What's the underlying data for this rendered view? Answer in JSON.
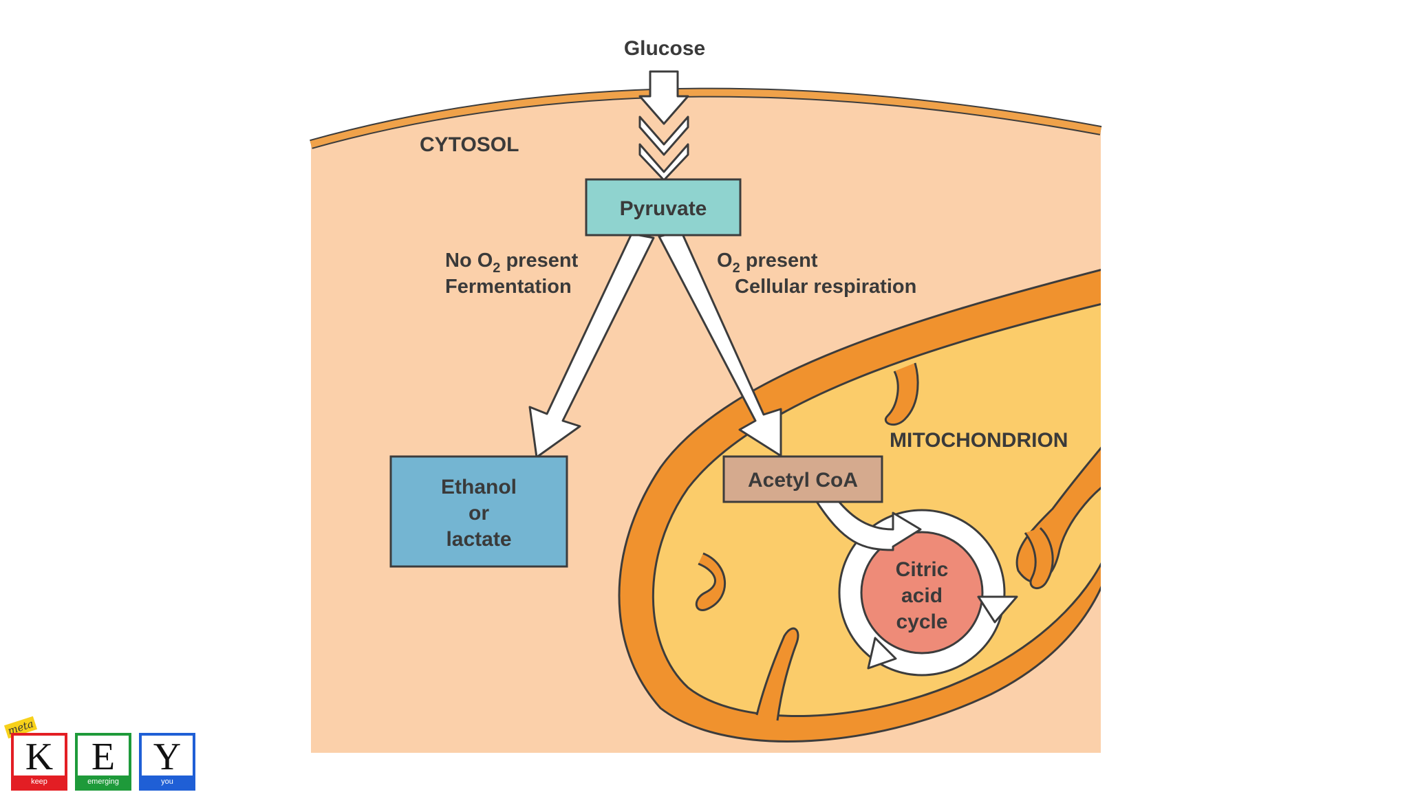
{
  "diagram": {
    "top_label": "Glucose",
    "cytosol_label": "CYTOSOL",
    "pyruvate": "Pyruvate",
    "anaerobic": {
      "line1_prefix": "No O",
      "line1_sub": "2",
      "line1_suffix": " present",
      "line2": "Fermentation"
    },
    "aerobic": {
      "line1_prefix": "O",
      "line1_sub": "2",
      "line1_suffix": " present",
      "line2": "Cellular respiration"
    },
    "ethanol_box": [
      "Ethanol",
      "or",
      "lactate"
    ],
    "acetyl": "Acetyl CoA",
    "mito_label": "MITOCHONDRION",
    "cycle": [
      "Citric",
      "acid",
      "cycle"
    ]
  },
  "logo": {
    "tag": "meta",
    "tiles": [
      {
        "letter": "K",
        "caption": "keep"
      },
      {
        "letter": "E",
        "caption": "emerging"
      },
      {
        "letter": "Y",
        "caption": "you"
      }
    ]
  },
  "colors": {
    "cytosol": "#fbd0aa",
    "membrane": "#f0a24a",
    "mito_outer": "#f0922e",
    "mito_inner": "#fbcc6a",
    "pyruvate": "#8fd3cf",
    "ethanol": "#74b5d2",
    "acetyl": "#d5aa8e",
    "cycle_core": "#ee8b78"
  }
}
